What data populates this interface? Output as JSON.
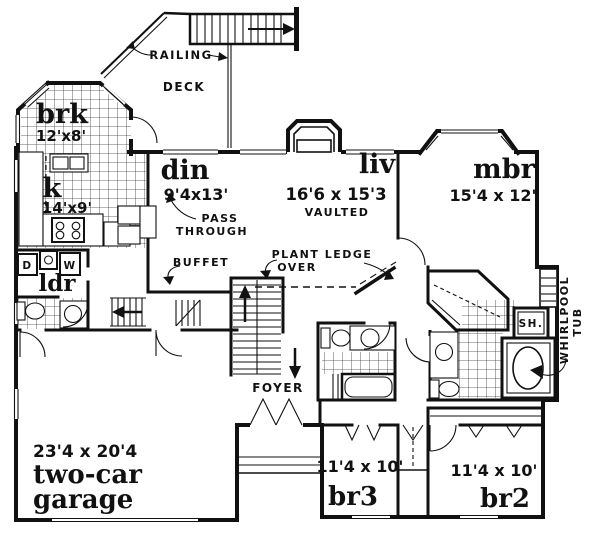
{
  "deck": {
    "deck_label": "DECK",
    "railing_label": "RAILING"
  },
  "rooms": {
    "breakfast": {
      "name": "brk",
      "dims": "12'x8'"
    },
    "kitchen": {
      "name": "k",
      "dims": "14'x9'"
    },
    "dining": {
      "name": "din",
      "dims": "9'4x13'"
    },
    "living": {
      "name": "liv",
      "dims": "16'6 x 15'3",
      "ceiling": "VAULTED"
    },
    "master_bedroom": {
      "name": "mbr",
      "dims": "15'4 x 12'"
    },
    "laundry": {
      "name": "ldr"
    },
    "foyer": {
      "name": "FOYER"
    },
    "garage": {
      "dims": "23'4 x 20'4",
      "line1": "two-car",
      "line2": "garage"
    },
    "bedroom3": {
      "name": "br3",
      "dims": "11'4 x 10'"
    },
    "bedroom2": {
      "name": "br2",
      "dims": "11'4 x 10'"
    }
  },
  "annotations": {
    "pass_through": {
      "line1": "PASS",
      "line2": "THROUGH"
    },
    "buffet": "BUFFET",
    "plant_ledge": {
      "line1": "PLANT LEDGE",
      "line2": "OVER"
    },
    "shower": "SH.",
    "whirlpool": {
      "line1": "WHIRLPOOL",
      "line2": "TUB"
    },
    "dryer": "D",
    "washer": "W"
  },
  "colors": {
    "ink": "#111111",
    "paper": "#ffffff"
  }
}
